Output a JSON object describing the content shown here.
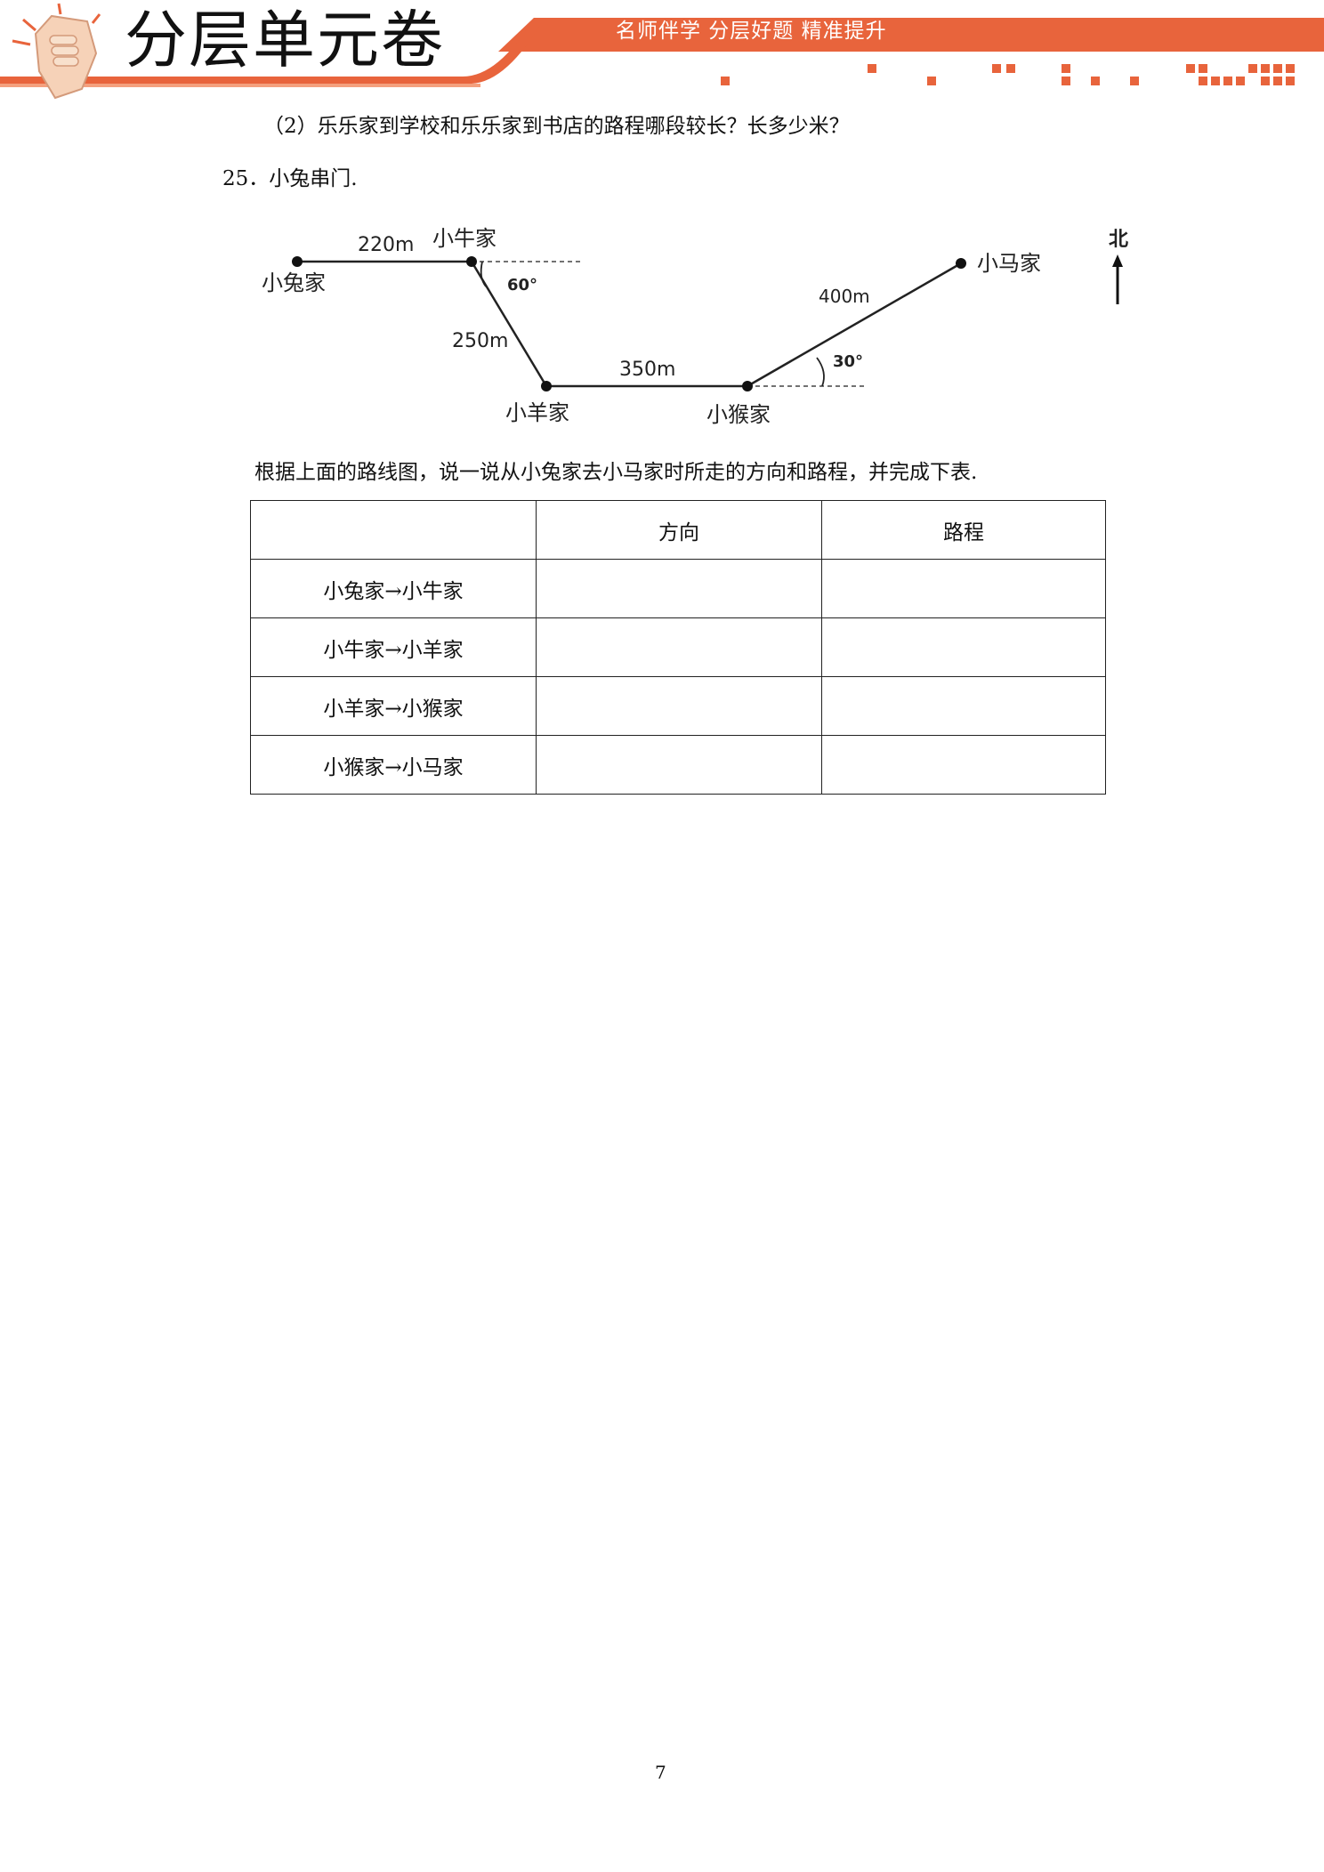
{
  "header": {
    "brand": "分层单元卷",
    "slogan": "名师伴学  分层好题  精准提升",
    "colors": {
      "accent": "#e8643c",
      "accent_light": "#f4a07e"
    }
  },
  "question_prev": {
    "part2": "（2）乐乐家到学校和乐乐家到书店的路程哪段较长？长多少米？"
  },
  "question25": {
    "title": "25．小兔串门.",
    "diagram": {
      "north_label": "北",
      "places": {
        "rabbit": "小兔家",
        "ox": "小牛家",
        "sheep": "小羊家",
        "monkey": "小猴家",
        "horse": "小马家"
      },
      "distances": {
        "rabbit_ox": "220m",
        "ox_sheep": "250m",
        "sheep_monkey": "350m",
        "monkey_horse": "400m"
      },
      "angles": {
        "ox": "60°",
        "monkey": "30°"
      }
    },
    "instruction": "根据上面的路线图，说一说从小兔家去小马家时所走的方向和路程，并完成下表.",
    "table": {
      "headers": [
        "",
        "方向",
        "路程"
      ],
      "rows": [
        {
          "label": "小兔家→小牛家",
          "direction": "",
          "distance": ""
        },
        {
          "label": "小牛家→小羊家",
          "direction": "",
          "distance": ""
        },
        {
          "label": "小羊家→小猴家",
          "direction": "",
          "distance": ""
        },
        {
          "label": "小猴家→小马家",
          "direction": "",
          "distance": ""
        }
      ]
    }
  },
  "page_number": "7"
}
